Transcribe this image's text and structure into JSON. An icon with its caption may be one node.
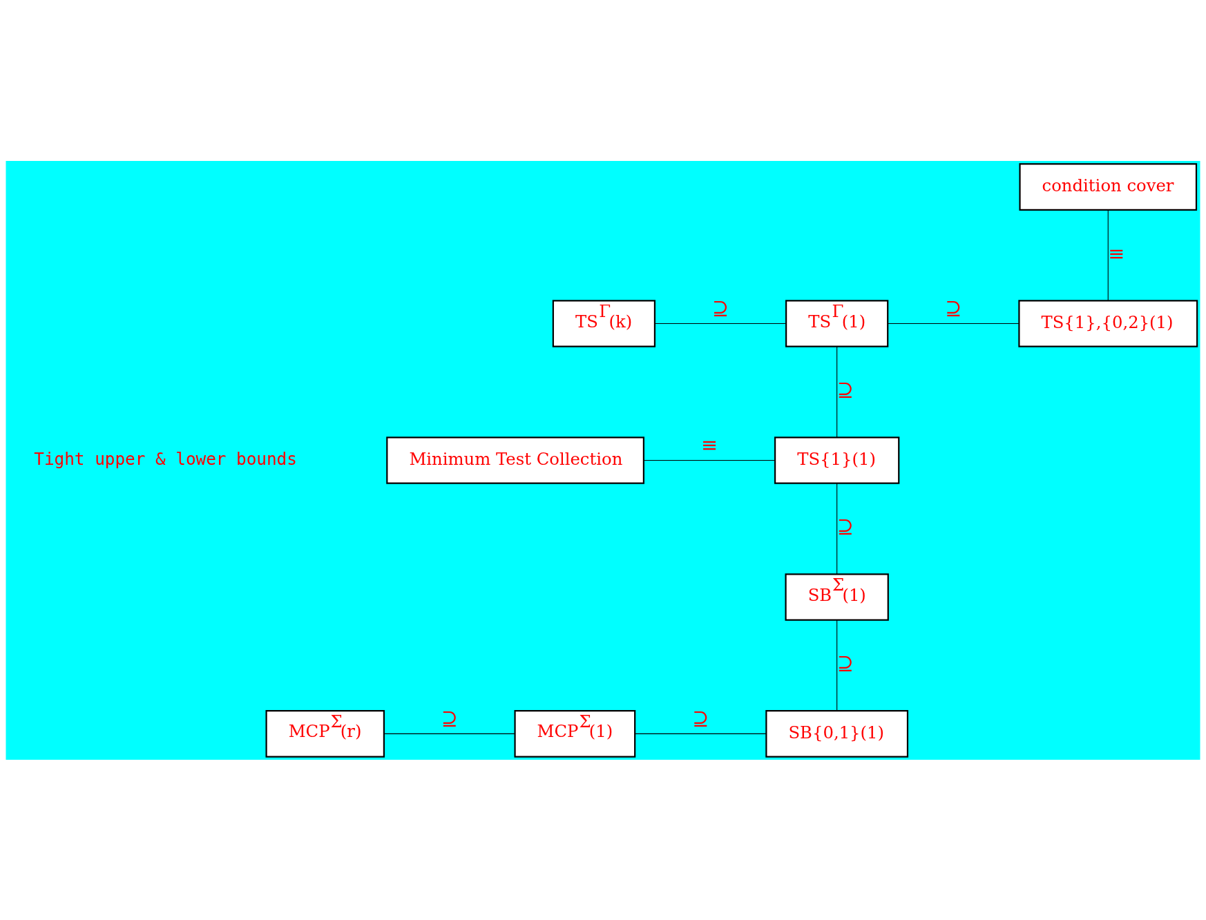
{
  "diagram": {
    "nodes": [
      {
        "text": [
          "TS$^{Γ}$(k)"
        ]
      },
      {
        "text": [
          "TS$^{Γ}$(1)"
        ]
      },
      {
        "text": [
          "condition cover"
        ]
      },
      {
        "text": [
          "TS{1},{0,2}(1)"
        ]
      },
      {
        "text": [
          "Minimum Test Collection"
        ]
      },
      {
        "text": [
          "TS{1}(1)"
        ]
      },
      {
        "text": [
          "SB$^{Σ}$(1)"
        ]
      },
      {
        "text": [
          "MCP$^{Σ}$(r)"
        ]
      },
      {
        "text": [
          "MCP$^{Σ}$(1)"
        ]
      },
      {
        "text": [
          "SB{0,1}(1)"
        ]
      }
    ],
    "edges": [
      {
        "from": 0,
        "to": 1,
        "arrow": "none",
        "label": "⊇"
      },
      {
        "from": 1,
        "to": 3,
        "arrow": "none",
        "label": "⊇"
      },
      {
        "from": 2,
        "to": 3,
        "arrow": "none",
        "label": "≡"
      },
      {
        "from": 1,
        "to": 5,
        "arrow": "none",
        "label": "⊇"
      },
      {
        "from": 4,
        "to": 5,
        "arrow": "none",
        "label": "≡"
      },
      {
        "from": 6,
        "to": 5,
        "arrow": "none",
        "label": "⊇"
      },
      {
        "from": 9,
        "to": 6,
        "arrow": "none",
        "label": "⊇"
      },
      {
        "from": 7,
        "to": 8,
        "arrow": "none",
        "label": "⊇"
      },
      {
        "from": 8,
        "to": 9,
        "arrow": "none",
        "label": "⊇"
      }
    ],
    "labels": [
      "Tight upper & lower bounds"
    ]
  }
}
